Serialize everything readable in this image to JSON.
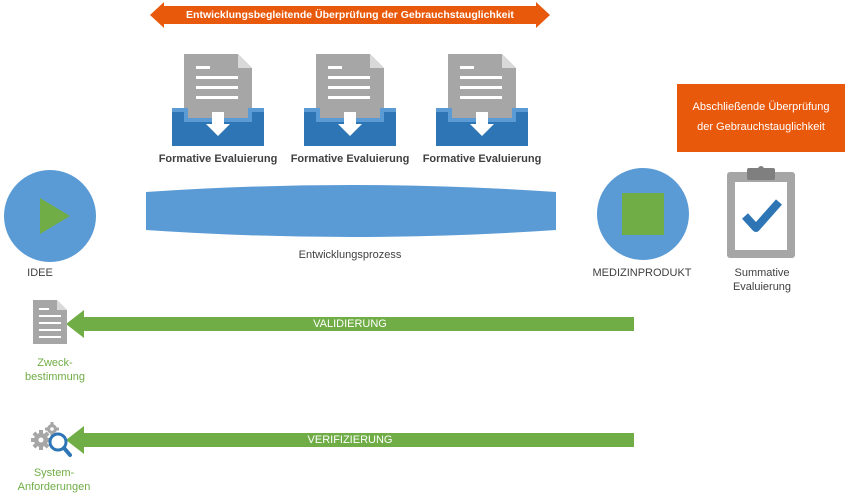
{
  "top_banner": {
    "text": "Entwicklungsbegleitende Überprüfung der Gebrauchstauglichkeit"
  },
  "formative": [
    {
      "label": "Formative Evaluierung"
    },
    {
      "label": "Formative Evaluierung"
    },
    {
      "label": "Formative Evaluierung"
    }
  ],
  "final_box": {
    "line1": "Abschließende Überprüfung",
    "line2": "der Gebrauchstauglichkeit"
  },
  "process": {
    "label": "Entwicklungsprozess"
  },
  "idea": {
    "label": "IDEE"
  },
  "product": {
    "label": "MEDIZINPRODUKT"
  },
  "summative": {
    "line1": "Summative",
    "line2": "Evaluierung"
  },
  "validation": {
    "label": "VALIDIERUNG",
    "target_line1": "Zweck-",
    "target_line2": "bestimmung"
  },
  "verification": {
    "label": "VERIFIZIERUNG",
    "target_line1": "System-",
    "target_line2": "Anforderungen"
  },
  "colors": {
    "orange": "#e8590c",
    "blue": "#5b9bd5",
    "dark_blue": "#2e75b6",
    "green": "#70ad47",
    "gray": "#a6a6a6"
  }
}
